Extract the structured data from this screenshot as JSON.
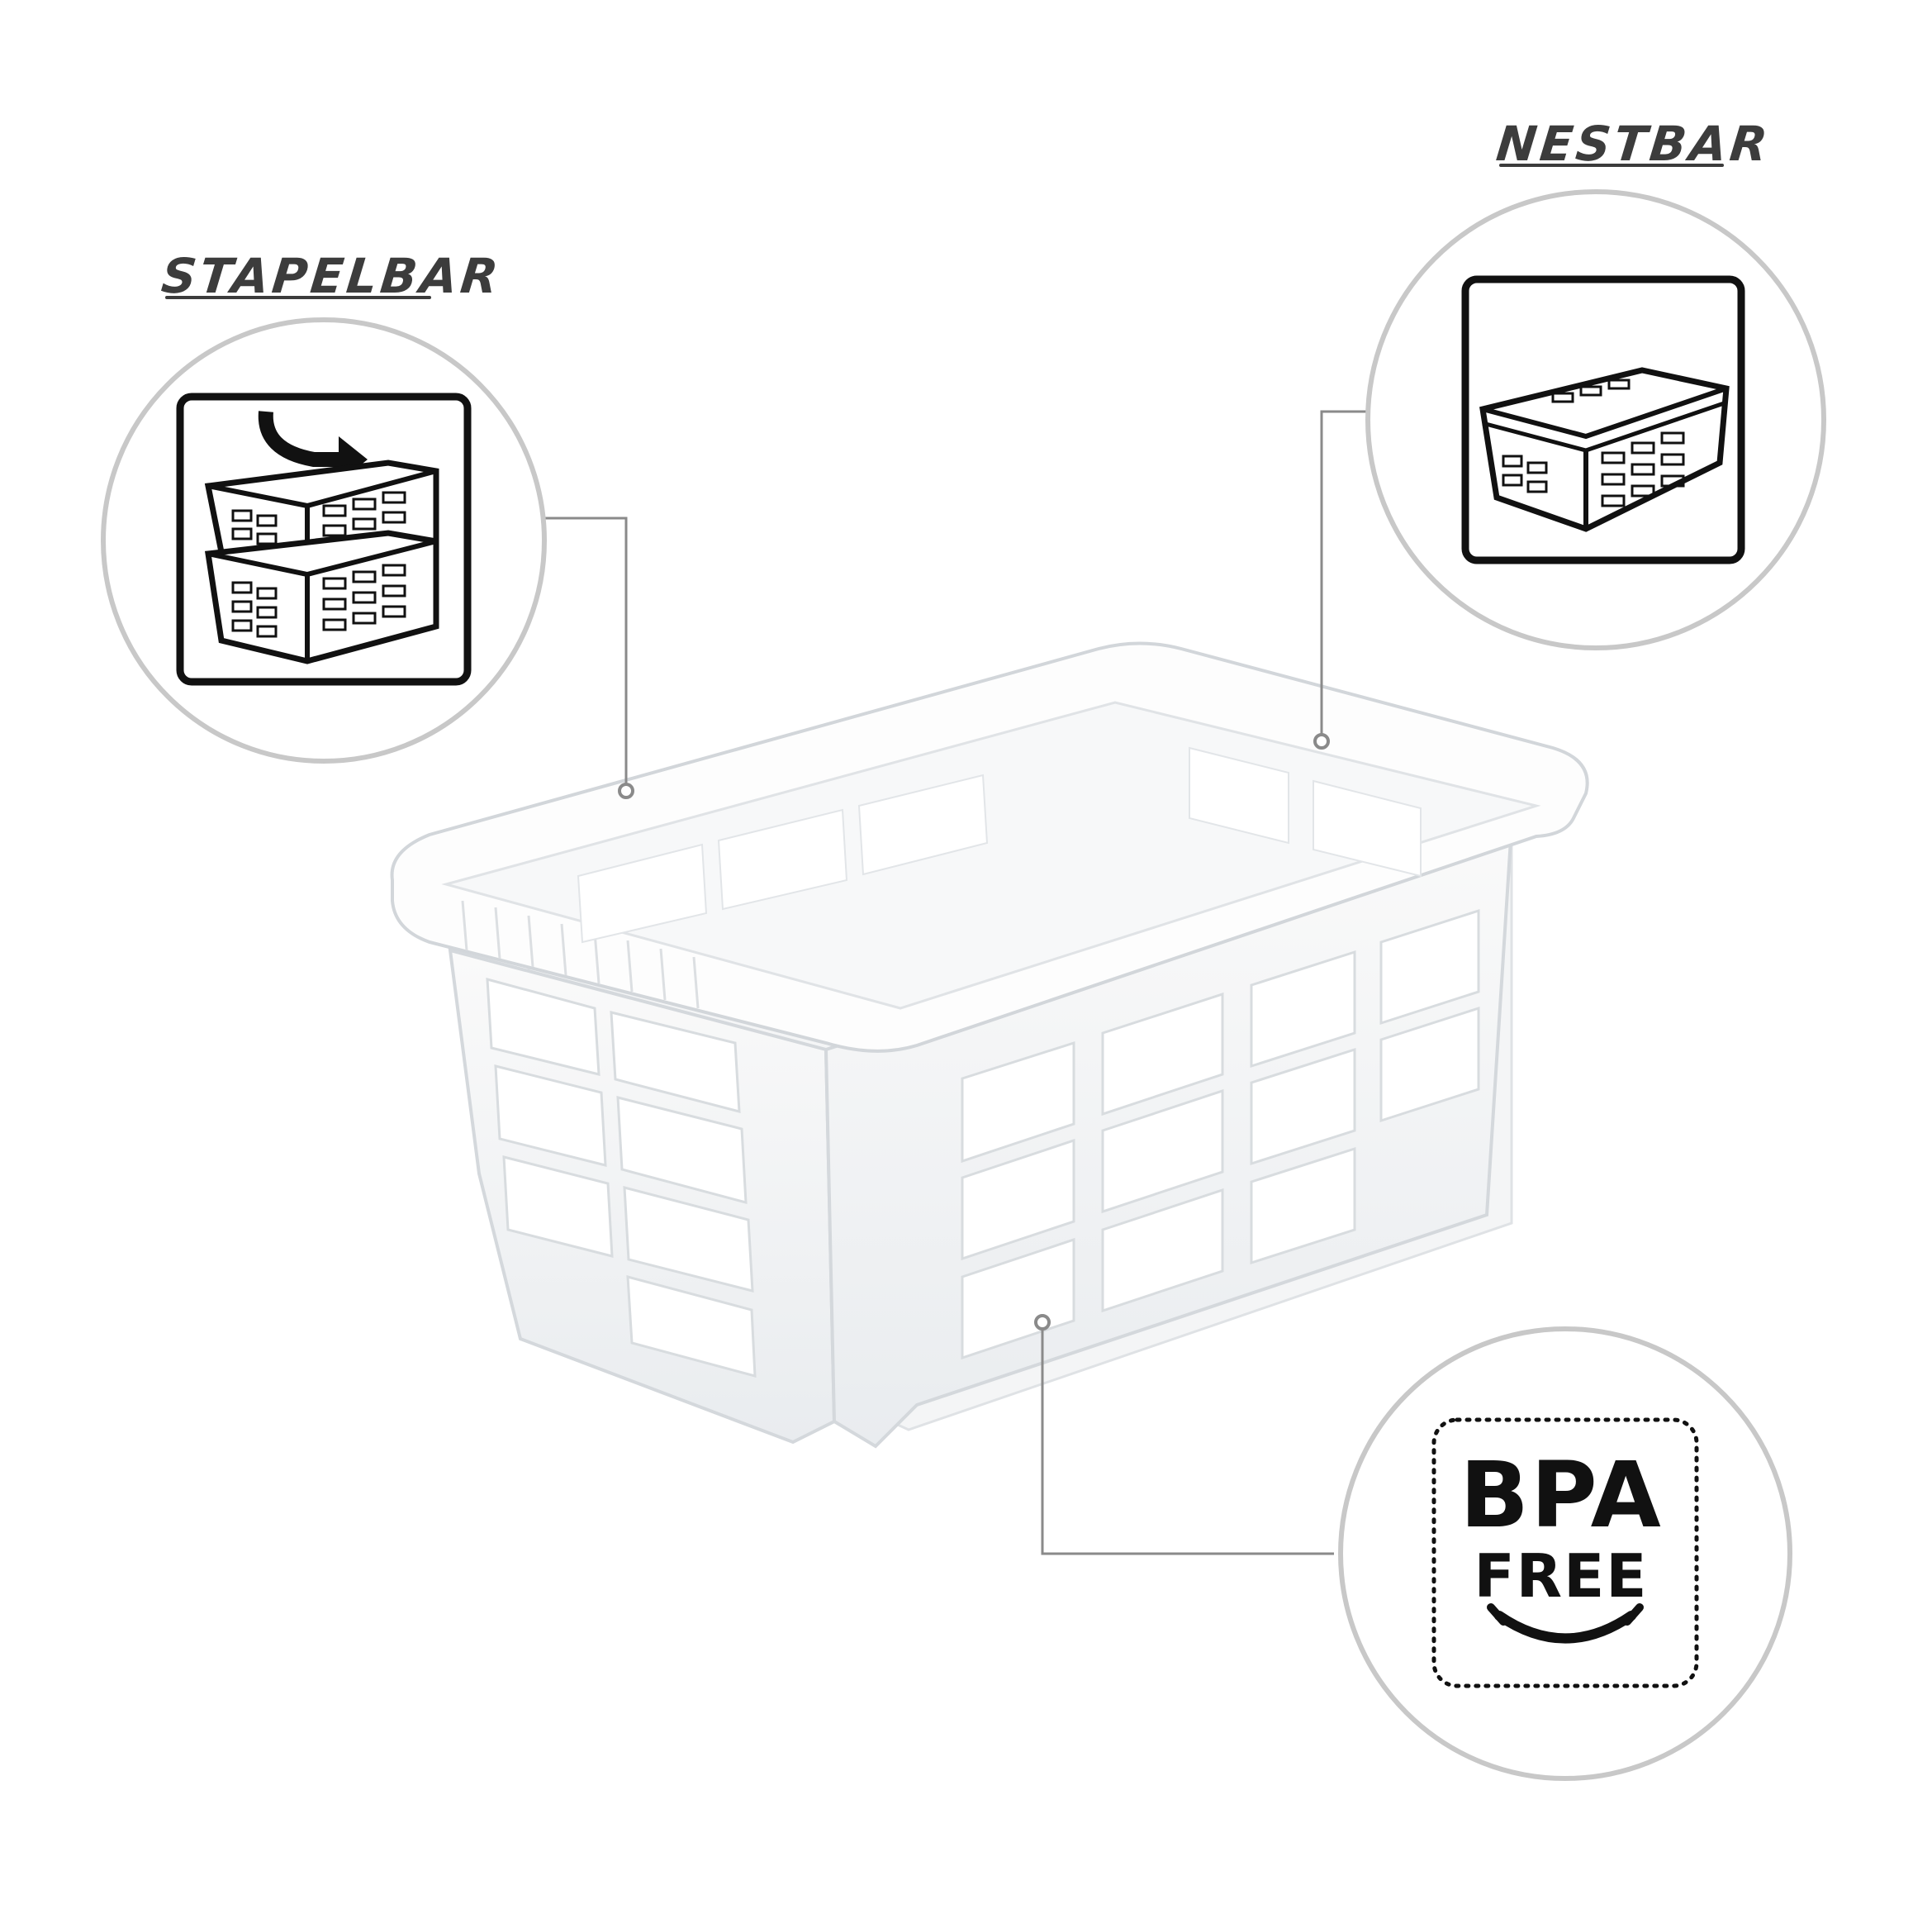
{
  "features": {
    "stackable": {
      "label": "STAPELBAR",
      "icon": "stacked-baskets-icon"
    },
    "nestable": {
      "label": "NESTBAR",
      "icon": "nested-baskets-icon"
    },
    "bpa": {
      "line1": "BPA",
      "line2": "FREE",
      "icon": "smile-icon"
    }
  },
  "product": {
    "icon": "laundry-basket-image"
  },
  "colors": {
    "circle_border": "#c8c8c8",
    "connector": "#8a8a8a",
    "icon_ink": "#111111",
    "label_ink": "#3c3c3c"
  }
}
